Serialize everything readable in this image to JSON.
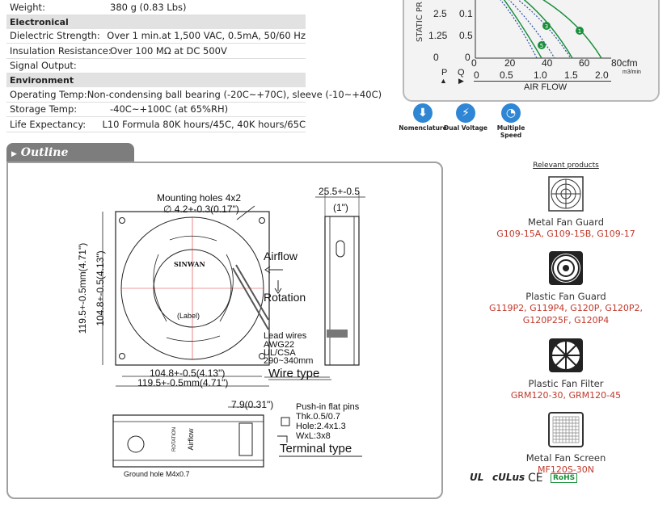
{
  "spec": {
    "top_rows": [
      {
        "key": "Weight:",
        "value": "380 g (0.83 Lbs)"
      }
    ],
    "sections": [
      {
        "title": "Electronical",
        "rows": [
          {
            "key": "Dielectric Strength:",
            "value": "Over 1 min.at 1,500 VAC, 0.5mA, 50/60 Hz"
          },
          {
            "key": "Insulation Resistance:",
            "value": "Over 100 MΩ at DC 500V"
          },
          {
            "key": "Signal Output:",
            "value": ""
          }
        ]
      },
      {
        "title": "Environment",
        "rows": [
          {
            "key": "Operating Temp:",
            "value": "Non-condensing ball bearing (-20C~+70C), sleeve (-10~+40C)"
          },
          {
            "key": "Storage Temp:",
            "value": "-40C~+100C (at 65%RH)"
          },
          {
            "key": "Life Expectancy:",
            "value": "L10 Formula 80K hours/45C, 40K hours/65C"
          }
        ]
      }
    ]
  },
  "curve": {
    "y_title": "STATIC PR",
    "y_left_ticks": [
      "2.5",
      "1.25",
      "0"
    ],
    "y_right_ticks": [
      "0.1",
      "0.5",
      "0"
    ],
    "x_ticks_cfm": [
      "0",
      "20",
      "40",
      "60",
      "80cfm"
    ],
    "x_ticks_m3": [
      "0",
      "0.5",
      "1.0",
      "1.5",
      "2.0"
    ],
    "x_unit_m3": "m3/min",
    "p_label": "P",
    "q_label": "Q",
    "x_title": "AIR FLOW",
    "curve_labels": [
      "1",
      "3",
      "5"
    ],
    "colors": {
      "green": "#1a8f3c",
      "blue": "#2a4fa0"
    }
  },
  "icons": [
    {
      "name": "nomenclature-icon",
      "label": "Nomenclature"
    },
    {
      "name": "dual-voltage-icon",
      "label": "Dual Voltage"
    },
    {
      "name": "multiple-speed-icon",
      "label": "Multiple Speed"
    }
  ],
  "outline": {
    "tab_title": "Outline Dimensions",
    "mounting_holes": "Mounting holes 4x2",
    "hole_dim": "∅ 4.2+-0.3(0.17\")",
    "airflow": "Airflow",
    "rotation": "Rotation",
    "brand": "SINWAN",
    "label": "(Label)",
    "lead_wires": [
      "Lead wires",
      "AWG22",
      "UL/CSA",
      "290~340mm"
    ],
    "dim_outer_v": "119.5+-0.5mm(4.71\")",
    "dim_inner_v": "104.8+-0.5(4.13\")",
    "dim_inner_h": "104.8+-0.5(4.13\")",
    "dim_outer_h": "119.5+-0.5mm(4.71\")",
    "wire_type": "Wire type",
    "depth": "25.5+-0.5",
    "depth_in": "(1\")",
    "terminal_dim": "7.9(0.31\")",
    "pins": [
      "Push-in flat pins",
      "Thk.0.5/0.7",
      "Hole:2.4x1.3",
      "WxL:3x8"
    ],
    "terminal_type": "Terminal type",
    "ground_hole": "Ground hole  M4x0.7",
    "side_airflow": "Airflow",
    "side_rotation": "ROTATION"
  },
  "relevant": {
    "title": "Relevant products",
    "items": [
      {
        "name": "Metal Fan Guard",
        "links": [
          "G109-15A, G109-15B, G109-17"
        ]
      },
      {
        "name": "Plastic Fan Guard",
        "links": [
          "G119P2, G119P4, G120P, G120P2,",
          "G120P25F, G120P4"
        ]
      },
      {
        "name": "Plastic Fan Filter",
        "links": [
          "GRM120-30, GRM120-45"
        ]
      },
      {
        "name": "Metal Fan Screen",
        "links": [
          "MF120S-30N"
        ]
      }
    ]
  },
  "certs": [
    "UL",
    "cULus",
    "CE",
    "RoHS"
  ]
}
